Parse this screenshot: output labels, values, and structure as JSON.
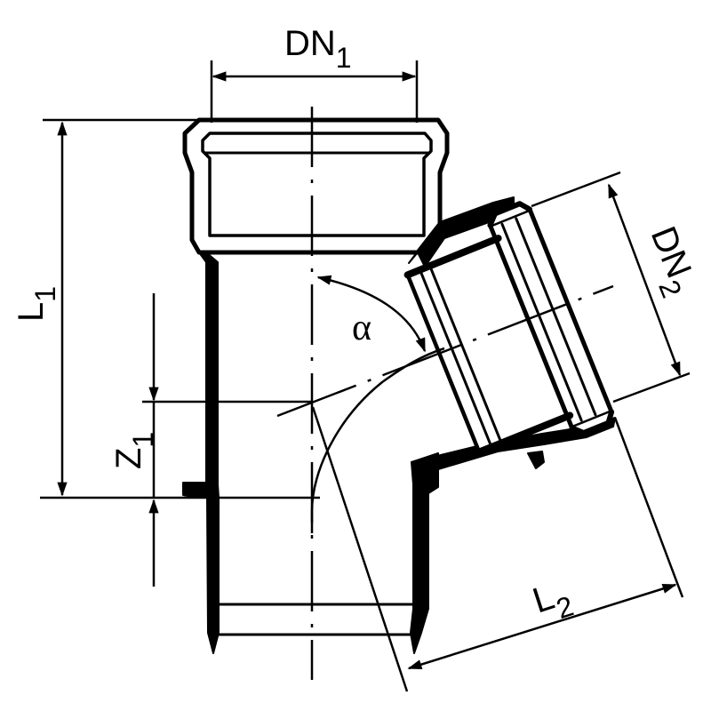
{
  "colors": {
    "ink": "#000000",
    "background": "#ffffff"
  },
  "labels": {
    "dn1": {
      "main": "DN",
      "sub": "1"
    },
    "dn2": {
      "main": "DN",
      "sub": "2"
    },
    "l1": {
      "main": "L",
      "sub": "1"
    },
    "l2": {
      "main": "L",
      "sub": "2"
    },
    "z1": {
      "main": "Z",
      "sub": "1"
    },
    "alpha": "α"
  }
}
